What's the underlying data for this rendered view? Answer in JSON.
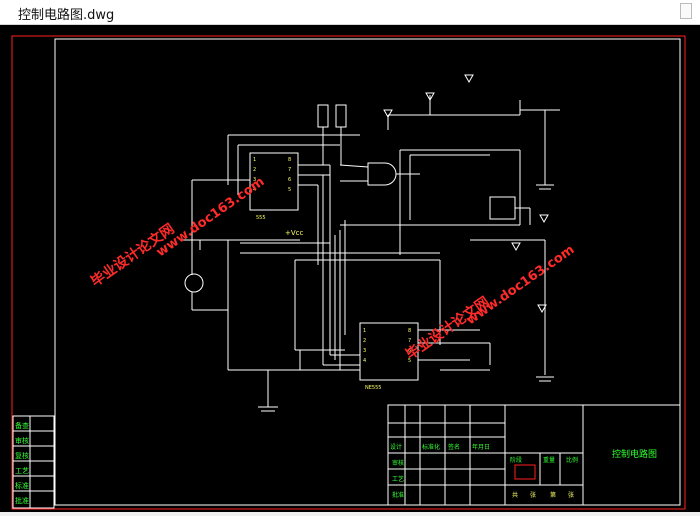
{
  "window": {
    "title": "控制电路图.dwg"
  },
  "watermarks": {
    "left_line1": "毕业设计论文网",
    "left_line2": "www.doc163.com",
    "right_line1": "毕业设计论文网",
    "right_line2": "www.doc163.com",
    "color": "#ff2a2a"
  },
  "drawing": {
    "title": "控制电路图",
    "vcc_label": "+Vcc",
    "chip1_label": "555",
    "chip2_label": "NE555",
    "left_table_rows": [
      "备查",
      "审核",
      "复核",
      "工艺",
      "标准",
      "批准"
    ],
    "title_block": {
      "header": [
        "设计",
        "标准化",
        "签名",
        "年月日"
      ],
      "rows": [
        "审核",
        "工艺",
        "批准"
      ],
      "scale_labels": [
        "阶段",
        "重量",
        "比例"
      ],
      "page_labels": [
        "共",
        "张",
        "第",
        "张"
      ]
    },
    "colors": {
      "frame": "#ff2020",
      "lines": "#ffffff",
      "text": "#ffff66",
      "table_text": "#33ff33"
    }
  }
}
